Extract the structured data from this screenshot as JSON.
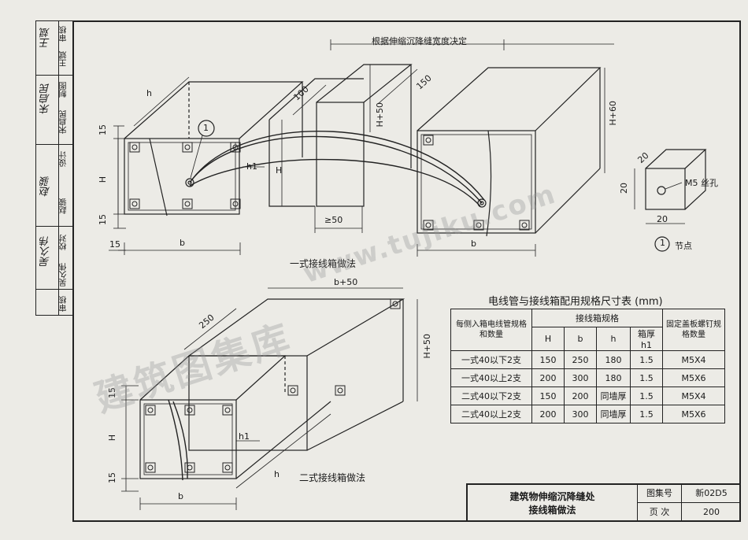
{
  "signoff": {
    "rows": [
      {
        "role": "审核",
        "name": "王斌",
        "signature": "王斌"
      },
      {
        "role": "制图",
        "name": "宋启民",
        "signature": "宋启民"
      },
      {
        "role": "设计",
        "name": "赵骏",
        "signature": "赵骏"
      },
      {
        "role": "校对",
        "name": "吴久伟",
        "signature": "吴久伟"
      },
      {
        "role": "审核",
        "name": "",
        "signature": ""
      }
    ]
  },
  "drawing": {
    "top_note": "根据伸缩沉降缝宽度决定",
    "callout_1": "1",
    "node_label": "节点",
    "screw_label": "M5 丝孔",
    "caption_single": "一式接线箱做法",
    "caption_double": "二式接线箱做法",
    "dims": {
      "h": "h",
      "H": "H",
      "b": "b",
      "h1": "h1",
      "d15": "15",
      "d100": "100",
      "d150": "150",
      "d50": "≥50",
      "H60": "H+60",
      "H50": "H+50",
      "b50": "b+50",
      "d250": "250",
      "d20": "20"
    }
  },
  "watermark": {
    "main": "建筑图集库",
    "url": "www.tujiku.com"
  },
  "table": {
    "title": "电线管与接线箱配用规格尺寸表 (mm)",
    "head_left": "每侧入箱电线管规格和数量",
    "head_group": "接线箱规格",
    "head_right": "固定盖板螺钉规格数量",
    "cols": [
      "H",
      "b",
      "h",
      "箱厚h1"
    ],
    "rows": [
      [
        "一式40以下2支",
        "150",
        "250",
        "180",
        "1.5",
        "M5X4"
      ],
      [
        "一式40以上2支",
        "200",
        "300",
        "180",
        "1.5",
        "M5X6"
      ],
      [
        "二式40以下2支",
        "150",
        "200",
        "同墙厚",
        "1.5",
        "M5X4"
      ],
      [
        "二式40以上2支",
        "200",
        "300",
        "同墙厚",
        "1.5",
        "M5X6"
      ]
    ]
  },
  "titleblock": {
    "title_line1": "建筑物伸缩沉降缝处",
    "title_line2": "接线箱做法",
    "atlas_label": "图集号",
    "atlas_no": "新02D5",
    "page_label": "页 次",
    "page_no": "200"
  }
}
